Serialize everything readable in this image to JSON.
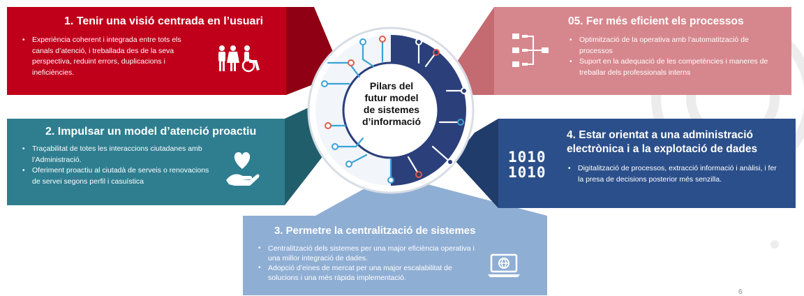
{
  "center": {
    "title_lines": [
      "Pilars del",
      "futur model",
      "de sistemes",
      "d’informació"
    ]
  },
  "pillars": [
    {
      "title": "1. Tenir una visió centrada en l’usuari",
      "color": "#c0001a",
      "icon": "people-accessibility-icon",
      "bullets": [
        "Experiència coherent i integrada entre tots els canals d’atenció, i treballada des de la seva perspectiva, reduint errors, duplicacions i ineficiències."
      ]
    },
    {
      "title": "2. Impulsar un model d’atenció proactiu",
      "color": "#2e7e90",
      "icon": "heart-hand-icon",
      "bullets": [
        "Traçabilitat de totes les interaccions ciutadanes amb l’Administració.",
        "Oferiment proactiu al ciutadà de serveis o renovacions de servei segons perfil i casuística"
      ]
    },
    {
      "title": "3. Permetre la centralització de sistemes",
      "color": "#8faed4",
      "icon": "laptop-globe-icon",
      "bullets": [
        "Centralització dels sistemes per una major eficiència operativa i una millor integració de dades.",
        "Adopció d’eines de mercat per una major escalabilitat de solucions i una més ràpida implementació."
      ]
    },
    {
      "title_lines": [
        "4. Estar orientat a una administració",
        "electrònica i a la explotació de dades"
      ],
      "color": "#2b4f8a",
      "icon": "binary-data-icon",
      "icon_text": [
        "1010",
        "1010"
      ],
      "bullets": [
        "Digitalització de processos, extracció informació i anàlisi, i fer la presa de decisions posterior més senzilla."
      ]
    },
    {
      "title": "05. Fer més eficient els processos",
      "color": "#d6878d",
      "icon": "process-flow-icon",
      "bullets": [
        "Optimització de la operativa amb l’automatització de processos",
        "Suport en la adequació de les competències i maneres de treballar dels professionals interns"
      ]
    }
  ],
  "page_number": "6"
}
